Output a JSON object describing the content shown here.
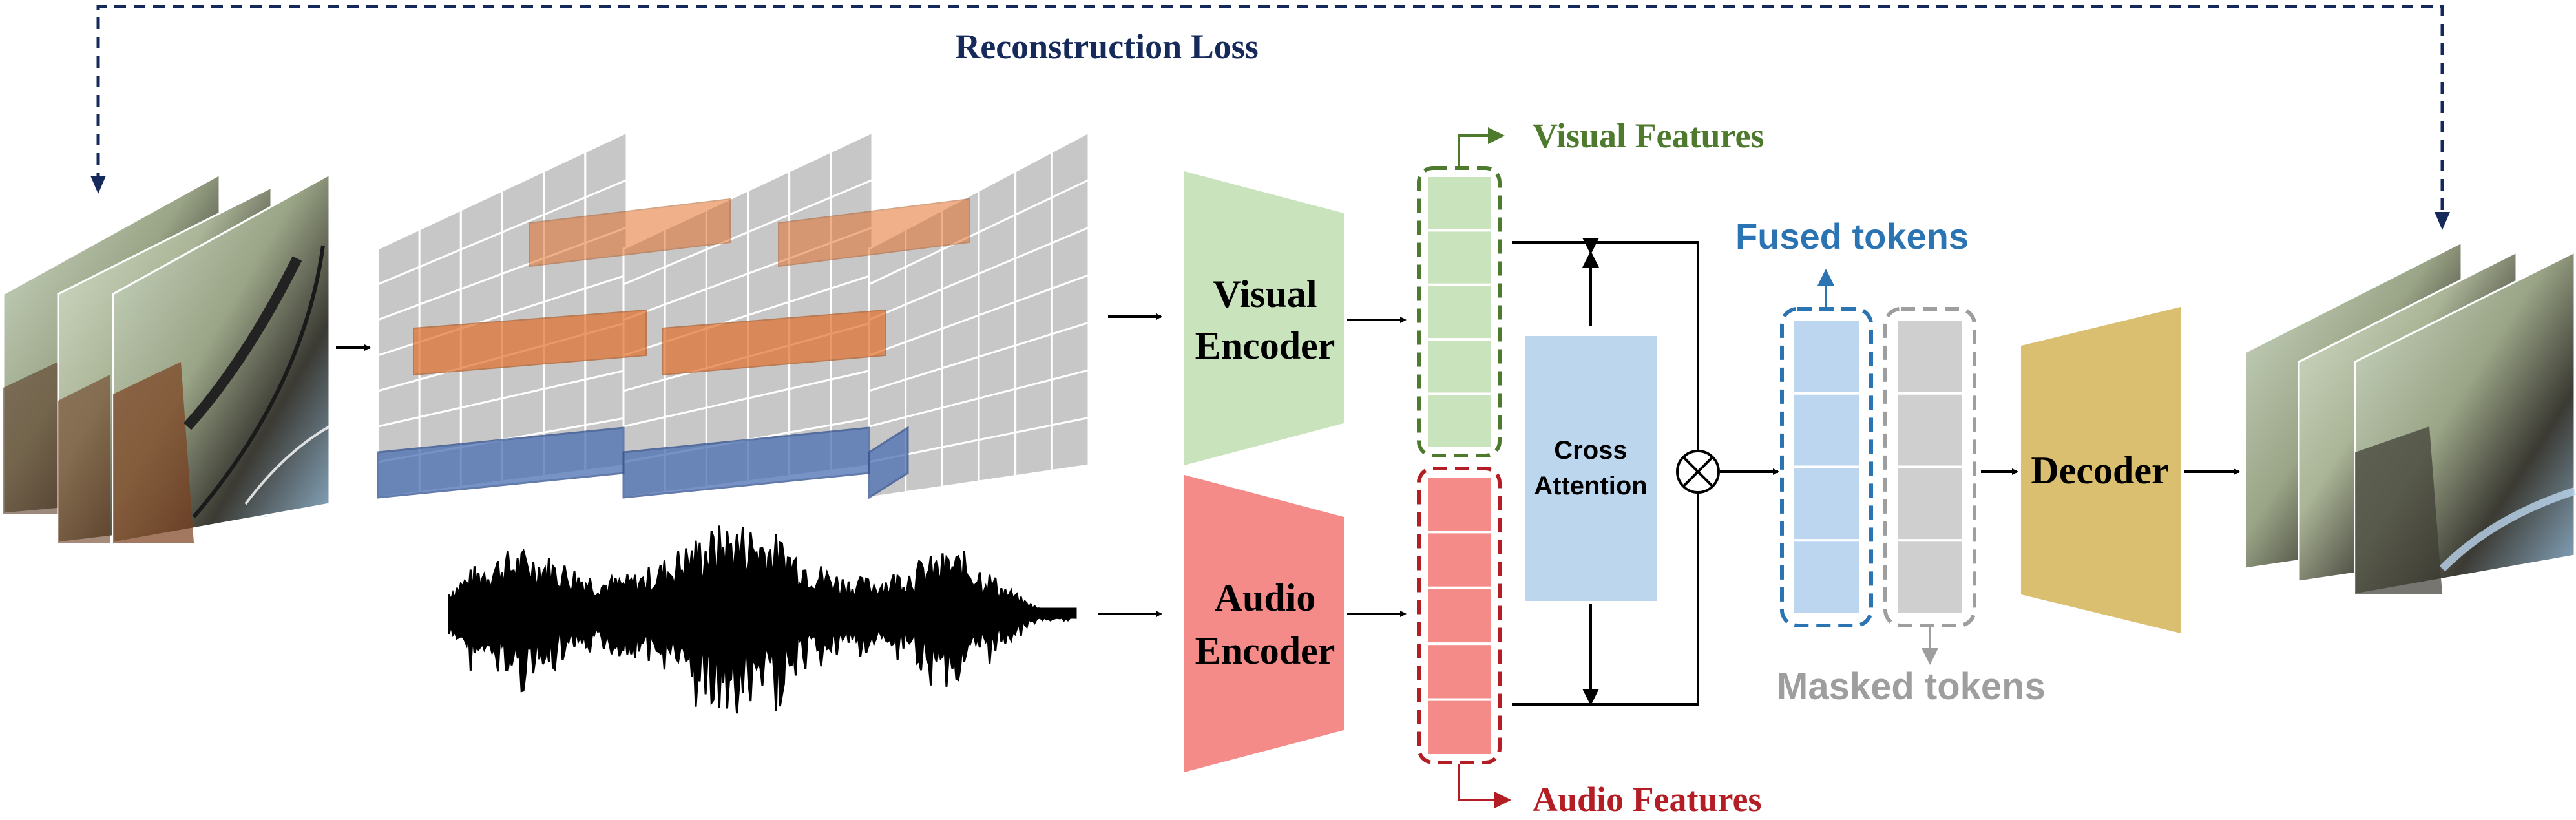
{
  "labels": {
    "reconstruction_loss": "Reconstruction Loss",
    "visual_features": "Visual Features",
    "audio_features": "Audio Features",
    "fused_tokens": "Fused tokens",
    "masked_tokens": "Masked tokens",
    "visual_encoder_line1": "Visual",
    "visual_encoder_line2": "Encoder",
    "audio_encoder_line1": "Audio",
    "audio_encoder_line2": "Encoder",
    "cross_attention_line1": "Cross",
    "cross_attention_line2": "Attention",
    "decoder": "Decoder"
  },
  "colors": {
    "navy": "#15295a",
    "visual_green": "#4e7a2e",
    "visual_fill": "#c9e4bd",
    "audio_red": "#b41d23",
    "audio_fill": "#f48b89",
    "fused_blue": "#2b74b3",
    "fused_fill": "#bcd6ef",
    "masked_gray": "#9e9e9e",
    "masked_fill": "#cfcfcf",
    "cross_fill": "#bcd6ee",
    "decoder_fill": "#d9bf6f",
    "patch_orange": "#e2702b",
    "patch_blue": "#4a6fb4",
    "grid_gray": "#c7c7c7"
  },
  "icons": {
    "multiply": "circled-times-icon"
  }
}
